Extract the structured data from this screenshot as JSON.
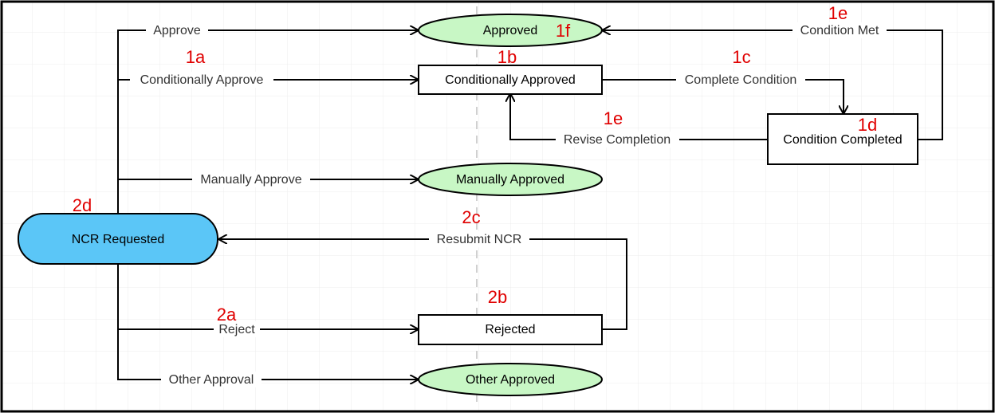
{
  "colors": {
    "border": "#000000",
    "grid": "#e6e6e6",
    "center_dash": "#cfcfcf",
    "start_fill": "#5bc6f7",
    "state_fill": "#c8f7c5",
    "box_fill": "#ffffff",
    "line": "#000000",
    "annotation": "#e00000",
    "edge_text": "#333333"
  },
  "nodes": {
    "ncr_requested": "NCR Requested",
    "approved": "Approved",
    "conditionally_approved": "Conditionally Approved",
    "condition_completed": "Condition Completed",
    "manually_approved": "Manually Approved",
    "rejected": "Rejected",
    "other_approved": "Other Approved"
  },
  "edges": {
    "approve": "Approve",
    "conditionally_approve": "Conditionally Approve",
    "complete_condition": "Complete Condition",
    "condition_met": "Condition Met",
    "revise_completion": "Revise Completion",
    "manually_approve": "Manually Approve",
    "resubmit_ncr": "Resubmit NCR",
    "reject": "Reject",
    "other_approval": "Other Approval"
  },
  "annotations": {
    "a1e_top": "1e",
    "a1f": "1f",
    "a1a": "1a",
    "a1b": "1b",
    "a1c": "1c",
    "a1e_mid": "1e",
    "a1d": "1d",
    "a2d": "2d",
    "a2c": "2c",
    "a2b": "2b",
    "a2a": "2a"
  }
}
